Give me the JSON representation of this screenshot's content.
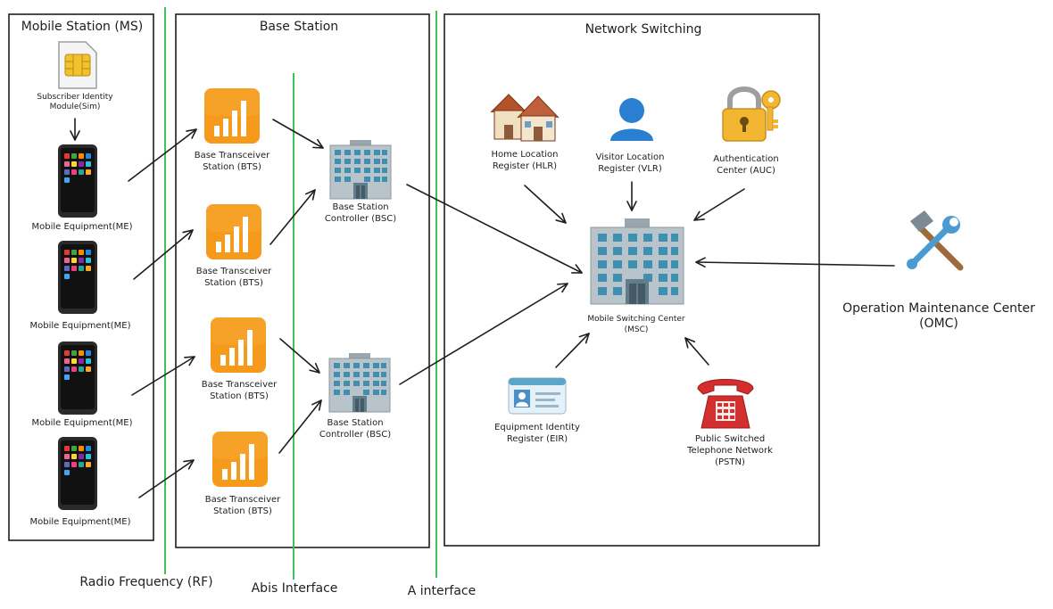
{
  "sections": {
    "mobile_station": "Mobile Station (MS)",
    "base_station": "Base Station",
    "network_switching": "Network Switching"
  },
  "interfaces": {
    "rf": "Radio Frequency (RF)",
    "abis": "Abis Interface",
    "a": "A interface"
  },
  "mobile_station": {
    "sim": [
      "Subscriber Identity",
      "Module(Sim)"
    ],
    "me_label": "Mobile Equipment(ME)",
    "me_count": 4
  },
  "base_station": {
    "bts": [
      "Base Transceiver",
      "Station (BTS)"
    ],
    "bsc": [
      "Base Station",
      "Controller (BSC)"
    ]
  },
  "network": {
    "hlr": [
      "Home Location",
      "Register (HLR)"
    ],
    "vlr": [
      "Visitor Location",
      "Register (VLR)"
    ],
    "auc": [
      "Authentication",
      "Center (AUC)"
    ],
    "msc": [
      "Mobile Switching Center",
      "(MSC)"
    ],
    "eir": [
      "Equipment Identity",
      "Register (EIR)"
    ],
    "pstn": [
      "Public Switched",
      "Telephone Network",
      "(PSTN)"
    ]
  },
  "omc": [
    "Operation Maintenance Center",
    "(OMC)"
  ],
  "colors": {
    "stroke": "#1e1e1e",
    "interface_line": "#40c057",
    "bts_orange": "#f59a1b",
    "building": "#a7b4bd",
    "window": "#3e8fb0",
    "phone_red": "#d32f2f"
  },
  "icons": {
    "sim": "sim-card-icon",
    "phone": "mobile-phone-icon",
    "bts": "signal-bars-icon",
    "building": "office-building-icon",
    "hlr": "houses-icon",
    "vlr": "user-silhouette-icon",
    "auc": "lock-with-key-icon",
    "eir": "id-card-icon",
    "pstn": "telephone-icon",
    "omc": "hammer-wrench-icon"
  }
}
